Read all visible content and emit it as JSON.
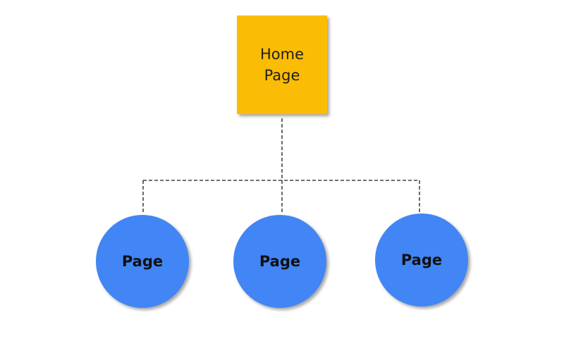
{
  "home": {
    "line1": "Home",
    "line2": "Page",
    "color": "#FBBC05"
  },
  "children": [
    {
      "label": "Page"
    },
    {
      "label": "Page"
    },
    {
      "label": "Page"
    }
  ],
  "node_color": "#4285F4",
  "connector_style": "dashed"
}
